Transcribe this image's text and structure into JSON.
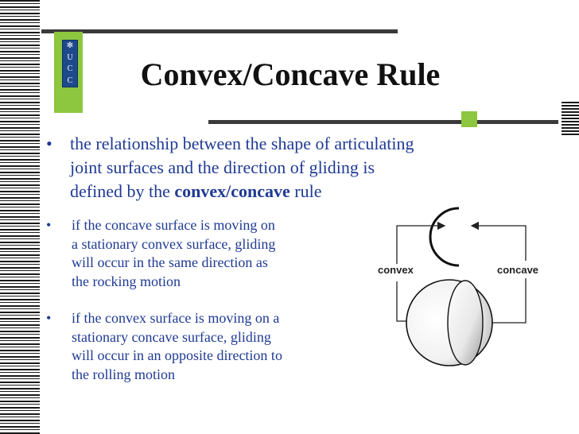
{
  "slide": {
    "title": "Convex/Concave Rule",
    "logo_letters": [
      "U",
      "C",
      "C"
    ],
    "bullet_main": {
      "line1": "the relationship between the shape of articulating",
      "line2": "joint surfaces and the direction of gliding is",
      "line3_prefix": "defined by the ",
      "line3_bold": "convex/concave",
      "line3_suffix": " rule"
    },
    "sub_bullets": [
      {
        "lines": [
          "if the concave surface is moving on",
          "a stationary convex surface, gliding",
          "will occur in the same direction as",
          "the rocking motion"
        ]
      },
      {
        "lines": [
          "if the convex surface is moving on a",
          "stationary concave surface, gliding",
          "will occur in an opposite direction to",
          "the rolling motion"
        ]
      }
    ],
    "diagram": {
      "left_label": "convex",
      "right_label": "concave"
    },
    "colors": {
      "bullet_text": "#1f3a93",
      "accent_green": "#8dc63f",
      "bar_dark": "#3a3a3a",
      "logo_blue": "#1e4a8c"
    }
  }
}
